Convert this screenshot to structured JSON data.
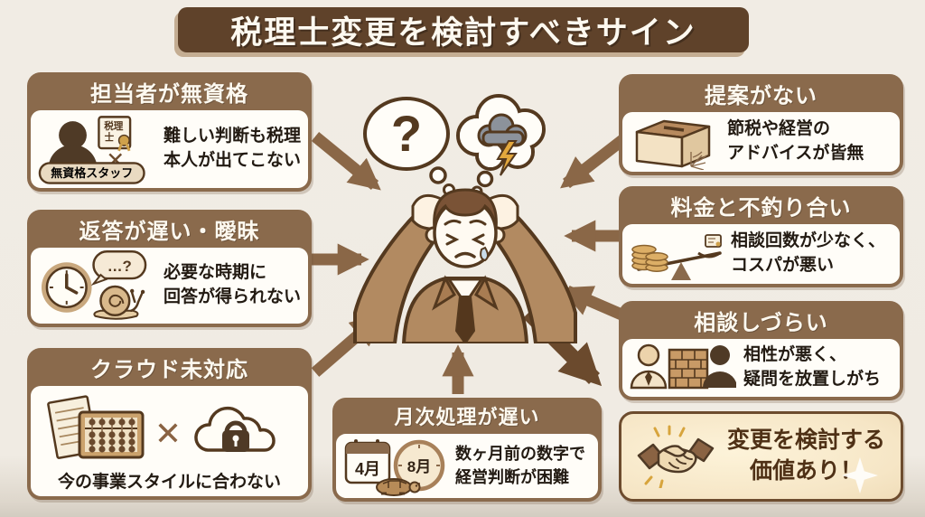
{
  "title": "税理士変更を検討すべきサイン",
  "marks": {
    "x": "✕",
    "question": "?"
  },
  "signs": [
    {
      "header": "担当者が無資格",
      "badge_lines": [
        "税理",
        "士"
      ],
      "staff_label": "無資格スタッフ",
      "lines": [
        "難しい判断も税理",
        "本人が出てこない"
      ]
    },
    {
      "header": "返答が遅い・曖昧",
      "bubble_text": "…?",
      "lines": [
        "必要な時期に",
        "回答が得られない"
      ]
    },
    {
      "header": "クラウド未対応",
      "caption": "今の事業スタイルに合わない"
    },
    {
      "header": "月次処理が遅い",
      "calendar_label": "4月",
      "clock_label": "8月",
      "lines": [
        "数ヶ月前の数字で",
        "経営判断が困難"
      ]
    },
    {
      "header": "提案がない",
      "lines": [
        "節税や経営の",
        "アドバイスが皆無"
      ]
    },
    {
      "header": "料金と不釣り合い",
      "lines": [
        "相談回数が少なく、",
        "コスパが悪い"
      ]
    },
    {
      "header": "相談しづらい",
      "lines": [
        "相性が悪く、",
        "疑問を放置しがち"
      ]
    }
  ],
  "conclusion": {
    "lines": [
      "変更を検討する",
      "価値あり！"
    ]
  },
  "colors": {
    "background": "#f0ebe3",
    "banner": "#5f422a",
    "box_header": "#8a6a4c",
    "arrow": "#8a6747",
    "arrow_dark": "#6b4a2d",
    "highlight_bg": "#f6e6c6",
    "text_dark": "#221a12"
  }
}
